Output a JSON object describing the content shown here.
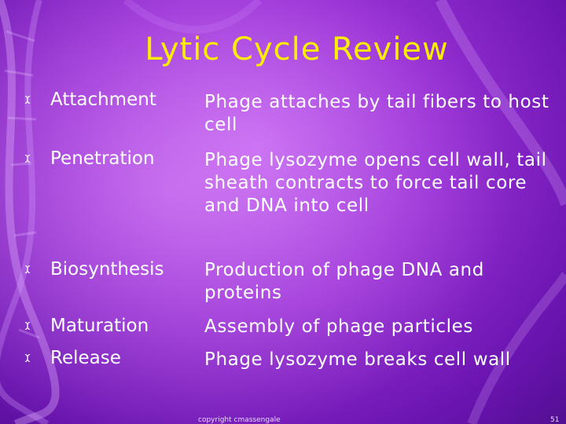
{
  "slide": {
    "title": "Lytic Cycle Review",
    "rows": [
      {
        "term": "Attachment",
        "description": "Phage attaches by tail fibers to host cell"
      },
      {
        "term": "Penetration",
        "description": "Phage lysozyme opens cell wall, tail sheath contracts to force tail core and DNA into cell"
      },
      {
        "term": "Biosynthesis",
        "description": "Production of phage DNA and proteins"
      },
      {
        "term": "Maturation",
        "description": "Assembly of phage particles"
      },
      {
        "term": "Release",
        "description": "Phage lysozyme breaks cell wall"
      }
    ],
    "footer_text": "copyright cmassengale",
    "page_number": "51"
  },
  "icons": [
    "dna-helix-bullet-icon",
    "dna-background-decoration"
  ],
  "colors": {
    "title": "#ffee00",
    "text": "#ffffff",
    "background": "#9a32d6"
  }
}
